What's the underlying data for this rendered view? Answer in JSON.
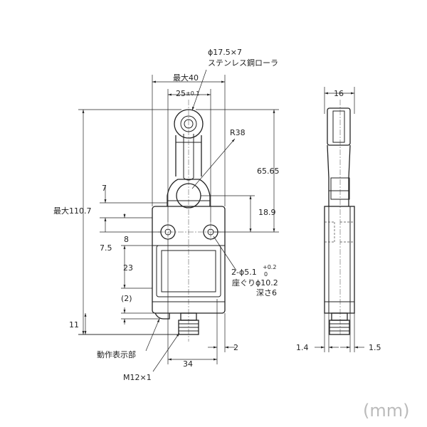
{
  "roller_label": {
    "line1": "ϕ17.5×7",
    "line2": "ステンレス鋼ローラ"
  },
  "max_width": "最大40",
  "roller_pitch": {
    "main": "25",
    "tol": "±0.1"
  },
  "radius": "R38",
  "height_roller": "65.65",
  "max_height": "最大110.7",
  "dim_7": "7",
  "dim_18_9": "18.9",
  "dim_8": "8",
  "dim_7_5": "7.5",
  "dim_23": "23",
  "dim_2_paren": "(2)",
  "dim_11": "11",
  "holes": {
    "prefix": "2-ϕ5.1",
    "tol_plus": "+0.2",
    "tol_minus": "0",
    "counterbore": "座ぐりϕ10.2",
    "depth": "深さ6"
  },
  "indicator_label": "動作表示部",
  "connector_label": "M12×1",
  "dim_34": "34",
  "dim_2_right": "2",
  "side_width": "16",
  "dim_1_4": "1.4",
  "dim_1_5": "1.5",
  "unit": "(mm)"
}
